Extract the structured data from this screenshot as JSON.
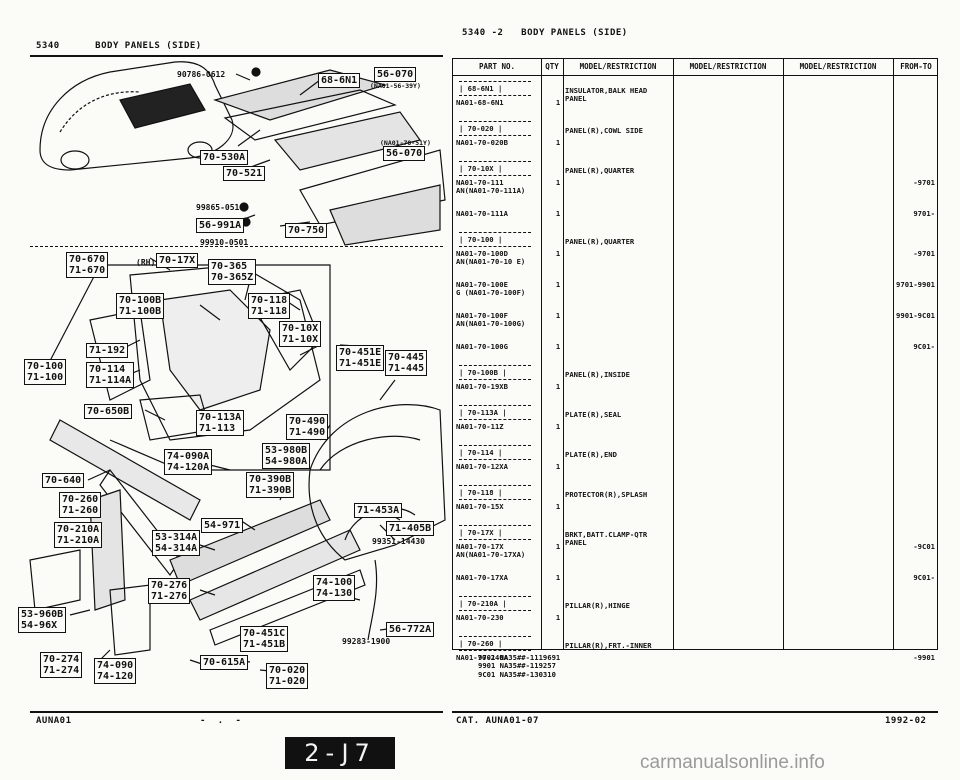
{
  "header": {
    "left_title": "5340      BODY PANELS (SIDE)",
    "right_title": "5340 -2   BODY PANELS (SIDE)"
  },
  "table": {
    "headers": [
      "PART NO.",
      "QTY",
      "MODEL/RESTRICTION",
      "MODEL/RESTRICTION",
      "MODEL/RESTRICTION",
      "FROM-TO"
    ],
    "rows": [
      {
        "box": "| 68-6N1 |",
        "pn": "NA01-68-6N1",
        "qty": "1",
        "desc": "INSULATOR,BALK HEAD\nPANEL",
        "ft": ""
      },
      {
        "box": "| 70-020 |",
        "pn": "NA01-70-020B",
        "qty": "1",
        "desc": "PANEL(R),COWL SIDE",
        "ft": ""
      },
      {
        "box": "| 70-10X |",
        "pn": "NA01-70-111\nAN(NA01-70-111A)",
        "qty": "1",
        "desc": "PANEL(R),QUARTER",
        "ft": "-9701"
      },
      {
        "box": "",
        "pn": "NA01-70-111A",
        "qty": "1",
        "desc": "",
        "ft": "9701-"
      },
      {
        "box": "| 70-100 |",
        "pn": "NA01-70-100D\nAN(NA01-70-10 E)",
        "qty": "1",
        "desc": "PANEL(R),QUARTER",
        "ft": "-9701"
      },
      {
        "box": "",
        "pn": "NA01-70-100E\nG (NA01-70-100F)",
        "qty": "1",
        "desc": "",
        "ft": "9701-9901"
      },
      {
        "box": "",
        "pn": "NA01-70-100F\nAN(NA01-70-100G)",
        "qty": "1",
        "desc": "",
        "ft": "9901-9C01"
      },
      {
        "box": "",
        "pn": "NA01-70-100G",
        "qty": "1",
        "desc": "",
        "ft": "9C01-"
      },
      {
        "box": "| 70-100B |",
        "pn": "NA01-70-19XB",
        "qty": "1",
        "desc": "PANEL(R),INSIDE",
        "ft": ""
      },
      {
        "box": "| 70-113A |",
        "pn": "NA01-70-11Z",
        "qty": "1",
        "desc": "PLATE(R),SEAL",
        "ft": ""
      },
      {
        "box": "| 70-114 |",
        "pn": "NA01-70-12XA",
        "qty": "1",
        "desc": "PLATE(R),END",
        "ft": ""
      },
      {
        "box": "| 70-118 |",
        "pn": "NA01-70-15X",
        "qty": "1",
        "desc": "PROTECTOR(R),SPLASH",
        "ft": ""
      },
      {
        "box": "| 70-17X |",
        "pn": "NA01-70-17X\nAN(NA01-70-17XA)",
        "qty": "1",
        "desc": "BRKT,BATT.CLAMP-QTR\nPANEL",
        "ft": "-9C01"
      },
      {
        "box": "",
        "pn": "NA01-70-17XA",
        "qty": "1",
        "desc": "",
        "ft": "9C01-"
      },
      {
        "box": "| 70-210A |",
        "pn": "NA01-70-230",
        "qty": "1",
        "desc": "PILLAR(R),HINGE",
        "ft": ""
      },
      {
        "box": "| 70-260 |",
        "pn": "NA01-70-240A",
        "qty": "1",
        "desc": "PILLAR(R),FRT.-INNER",
        "ft": "-9901"
      }
    ]
  },
  "notes": "9701 NA35##-111969\n9901 NA35##-119257\n9C01 NA35##-130310",
  "footer": {
    "left_code": "AUNA01",
    "dashes": "-  .  -",
    "catalog": "CAT. AUNA01-07",
    "date": "1992-02",
    "page_label": "2-J7"
  },
  "watermark": "carmanualsonline.info",
  "callouts": [
    {
      "id": "c1",
      "text": "68-6N1"
    },
    {
      "id": "c2",
      "text": "56-070"
    },
    {
      "id": "c3",
      "text": "56-070"
    },
    {
      "id": "c4",
      "text": "70-530A"
    },
    {
      "id": "c5",
      "text": "70-521"
    },
    {
      "id": "c6",
      "text": "56-991A"
    },
    {
      "id": "c7",
      "text": "70-750"
    },
    {
      "id": "c8",
      "text": "70-670\n71-670"
    },
    {
      "id": "c9",
      "text": "70-17X"
    },
    {
      "id": "c10",
      "text": "70-365\n70-365Z"
    },
    {
      "id": "c11",
      "text": "70-100B\n71-100B"
    },
    {
      "id": "c12",
      "text": "70-118\n71-118"
    },
    {
      "id": "c13",
      "text": "70-10X\n71-10X"
    },
    {
      "id": "c14",
      "text": "71-192"
    },
    {
      "id": "c15",
      "text": "70-451E\n71-451E"
    },
    {
      "id": "c16",
      "text": "70-445\n71-445"
    },
    {
      "id": "c17",
      "text": "70-100\n71-100"
    },
    {
      "id": "c18",
      "text": "70-114\n71-114A"
    },
    {
      "id": "c19",
      "text": "70-650B"
    },
    {
      "id": "c20",
      "text": "70-113A\n71-113"
    },
    {
      "id": "c21",
      "text": "70-490\n71-490"
    },
    {
      "id": "c22",
      "text": "74-090A\n74-120A"
    },
    {
      "id": "c23",
      "text": "53-980B\n54-980A"
    },
    {
      "id": "c24",
      "text": "70-640"
    },
    {
      "id": "c25",
      "text": "70-390B\n71-390B"
    },
    {
      "id": "c26",
      "text": "70-260\n71-260"
    },
    {
      "id": "c27",
      "text": "71-453A"
    },
    {
      "id": "c28",
      "text": "54-971"
    },
    {
      "id": "c29",
      "text": "71-405B"
    },
    {
      "id": "c30",
      "text": "70-210A\n71-210A"
    },
    {
      "id": "c31",
      "text": "53-314A\n54-314A"
    },
    {
      "id": "c32",
      "text": "70-276\n71-276"
    },
    {
      "id": "c33",
      "text": "74-100\n74-130"
    },
    {
      "id": "c34",
      "text": "53-960B\n54-96X"
    },
    {
      "id": "c35",
      "text": "56-772A"
    },
    {
      "id": "c36",
      "text": "70-451C\n71-451B"
    },
    {
      "id": "c37",
      "text": "70-274\n71-274"
    },
    {
      "id": "c38",
      "text": "74-090\n74-120"
    },
    {
      "id": "c39",
      "text": "70-615A"
    },
    {
      "id": "c40",
      "text": "70-020\n71-020"
    }
  ],
  "free_labels": [
    {
      "id": "f1",
      "text": "90786-0612"
    },
    {
      "id": "f2",
      "text": "(NA01-56-39Y)"
    },
    {
      "id": "f3",
      "text": "(NA01-70-51Y)"
    },
    {
      "id": "f4",
      "text": "99865-0510"
    },
    {
      "id": "f5",
      "text": "99910-0501"
    },
    {
      "id": "f6",
      "text": "(RH)"
    },
    {
      "id": "f7",
      "text": "99351-14430"
    },
    {
      "id": "f8",
      "text": "99283-1900"
    }
  ]
}
